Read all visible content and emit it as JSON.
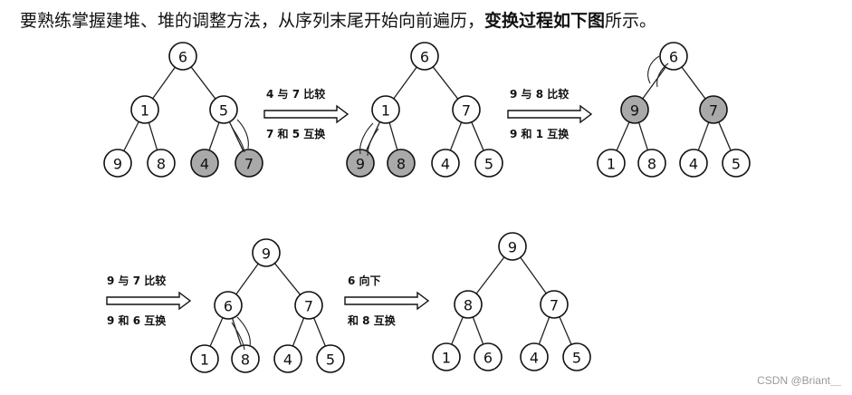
{
  "header": {
    "text_pre": "要熟练掌握建堆、堆的调整方法，从序列末尾开始向前遍历，",
    "text_bold": "变换过程如下图",
    "text_post": "所示。"
  },
  "watermark": "CSDN @Briant＿",
  "colors": {
    "shaded": "#a9a9a9",
    "line": "#222222"
  },
  "trees": [
    {
      "id": "tree-1",
      "nodes": [
        "6",
        "1",
        "5",
        "9",
        "8",
        "4",
        "7"
      ],
      "shaded": [
        5,
        6
      ]
    },
    {
      "id": "tree-2",
      "nodes": [
        "6",
        "1",
        "7",
        "9",
        "8",
        "4",
        "5"
      ],
      "shaded": [
        3,
        4
      ]
    },
    {
      "id": "tree-3",
      "nodes": [
        "6",
        "9",
        "7",
        "1",
        "8",
        "4",
        "5"
      ],
      "shaded": [
        1,
        2
      ]
    },
    {
      "id": "tree-4",
      "nodes": [
        "9",
        "6",
        "7",
        "1",
        "8",
        "4",
        "5"
      ],
      "shaded": []
    },
    {
      "id": "tree-5",
      "nodes": [
        "9",
        "8",
        "7",
        "1",
        "6",
        "4",
        "5"
      ],
      "shaded": []
    }
  ],
  "steps": [
    {
      "id": "step-1",
      "line1": "4 与 7 比较",
      "line2": "7 和 5 互换"
    },
    {
      "id": "step-2",
      "line1": "9 与 8 比较",
      "line2": "9 和 1 互换"
    },
    {
      "id": "step-3",
      "line1": "9 与 7 比较",
      "line2": "9 和 6 互换"
    },
    {
      "id": "step-4",
      "line1": "6 向下",
      "line2": "和 8 互换"
    }
  ]
}
